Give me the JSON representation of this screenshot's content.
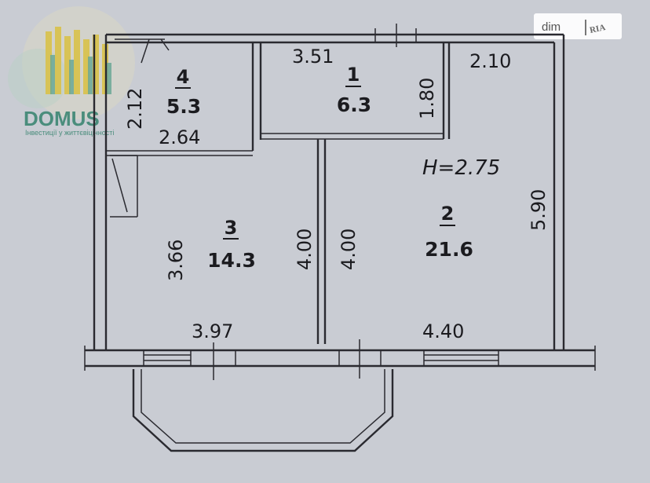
{
  "logo": {
    "name": "DOMUS",
    "tagline": "Інвестиції у життєвіцінності"
  },
  "watermark": {
    "site": "dim",
    "brand": "RIA"
  },
  "ceiling_height": "H=2.75",
  "rooms": [
    {
      "number": "1",
      "area": "6.3"
    },
    {
      "number": "2",
      "area": "21.6"
    },
    {
      "number": "3",
      "area": "14.3"
    },
    {
      "number": "4",
      "area": "5.3"
    }
  ],
  "dimensions": {
    "room1_width": "3.51",
    "room1_depth": "1.80",
    "room2_top": "2.10",
    "room2_right": "5.90",
    "room2_left": "4.00",
    "room2_bottom": "4.40",
    "room3_right": "4.00",
    "room3_left": "3.66",
    "room3_bottom": "3.97",
    "room4_side": "2.12",
    "room4_bottom": "2.64"
  },
  "colors": {
    "background": "#c9ccd3",
    "lines": "#2a2a30",
    "logo": "#4a8d7c",
    "logo_accent": "#d9c24a"
  }
}
